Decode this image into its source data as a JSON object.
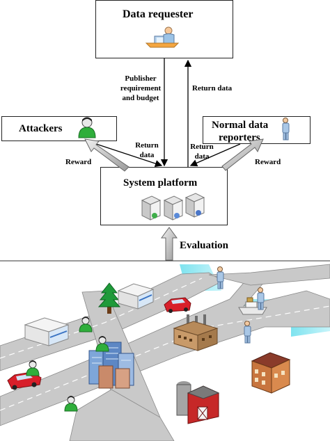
{
  "nodes": {
    "data_requester": {
      "label": "Data requester"
    },
    "attackers": {
      "label": "Attackers"
    },
    "normal_reporters": {
      "label_line1": "Normal data",
      "label_line2": "reporters"
    },
    "system_platform": {
      "label": "System platform"
    }
  },
  "edges": {
    "publisher_req": {
      "line1": "Publisher",
      "line2": "requirement",
      "line3": "and budget"
    },
    "return_data_top": {
      "label": "Return data"
    },
    "return_data_left": {
      "line1": "Return",
      "line2": "data"
    },
    "return_data_right": {
      "line1": "Return",
      "line2": "data"
    },
    "reward_left": {
      "label": "Reward"
    },
    "reward_right": {
      "label": "Reward"
    },
    "evaluation": {
      "label": "Evaluation"
    }
  },
  "icons": [
    "person-icon",
    "server-icon",
    "building-icon",
    "car-icon",
    "tree-icon",
    "barn-icon",
    "factory-icon",
    "school-icon",
    "boat-icon"
  ]
}
